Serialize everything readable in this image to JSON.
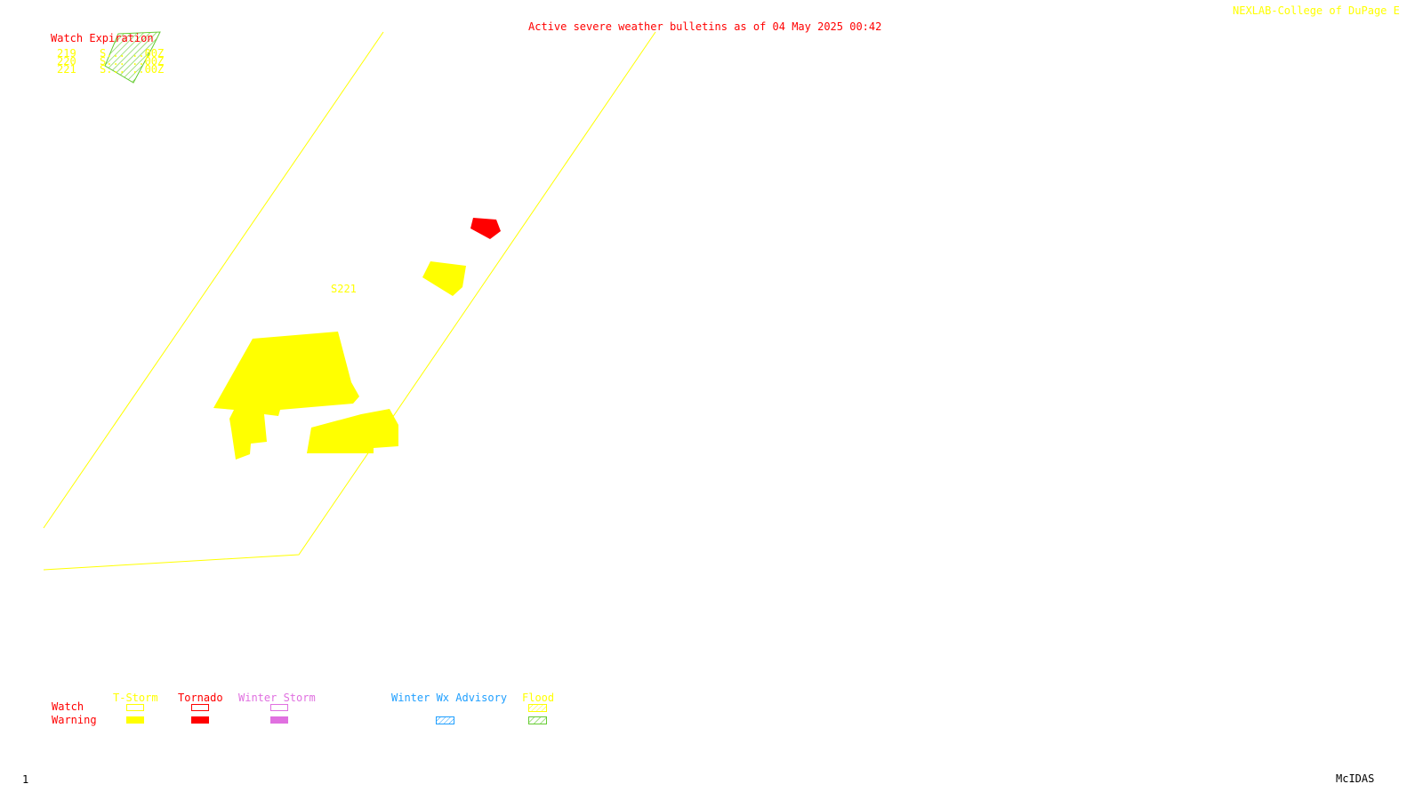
{
  "header": {
    "bulletin_title": "Active severe weather bulletins as of 04 May 2025 00:42",
    "credit": "NEXLAB-College of DuPage E"
  },
  "watch_expiration": {
    "heading": "Watch Expiration",
    "rows": [
      {
        "id": "219",
        "time": "S... ..00Z"
      },
      {
        "id": "220",
        "time": "S... ..00Z"
      },
      {
        "id": "221",
        "time": "S... ..00Z"
      }
    ]
  },
  "map": {
    "watch_box_label": "S221"
  },
  "legend": {
    "row_labels": {
      "watch": "Watch",
      "warning": "Warning"
    },
    "columns": [
      {
        "label": "T-Storm",
        "color": "#ffff00"
      },
      {
        "label": "Tornado",
        "color": "#ff0000"
      },
      {
        "label": "Winter Storm",
        "color": "#e070e0"
      },
      {
        "label": "Winter Wx Advisory",
        "color": "#1f9fff"
      },
      {
        "label": "Flood",
        "color": "#ffff00",
        "warning_color": "#66cc33"
      }
    ]
  },
  "footer": {
    "frame_number": "1",
    "software": "McIDAS"
  }
}
